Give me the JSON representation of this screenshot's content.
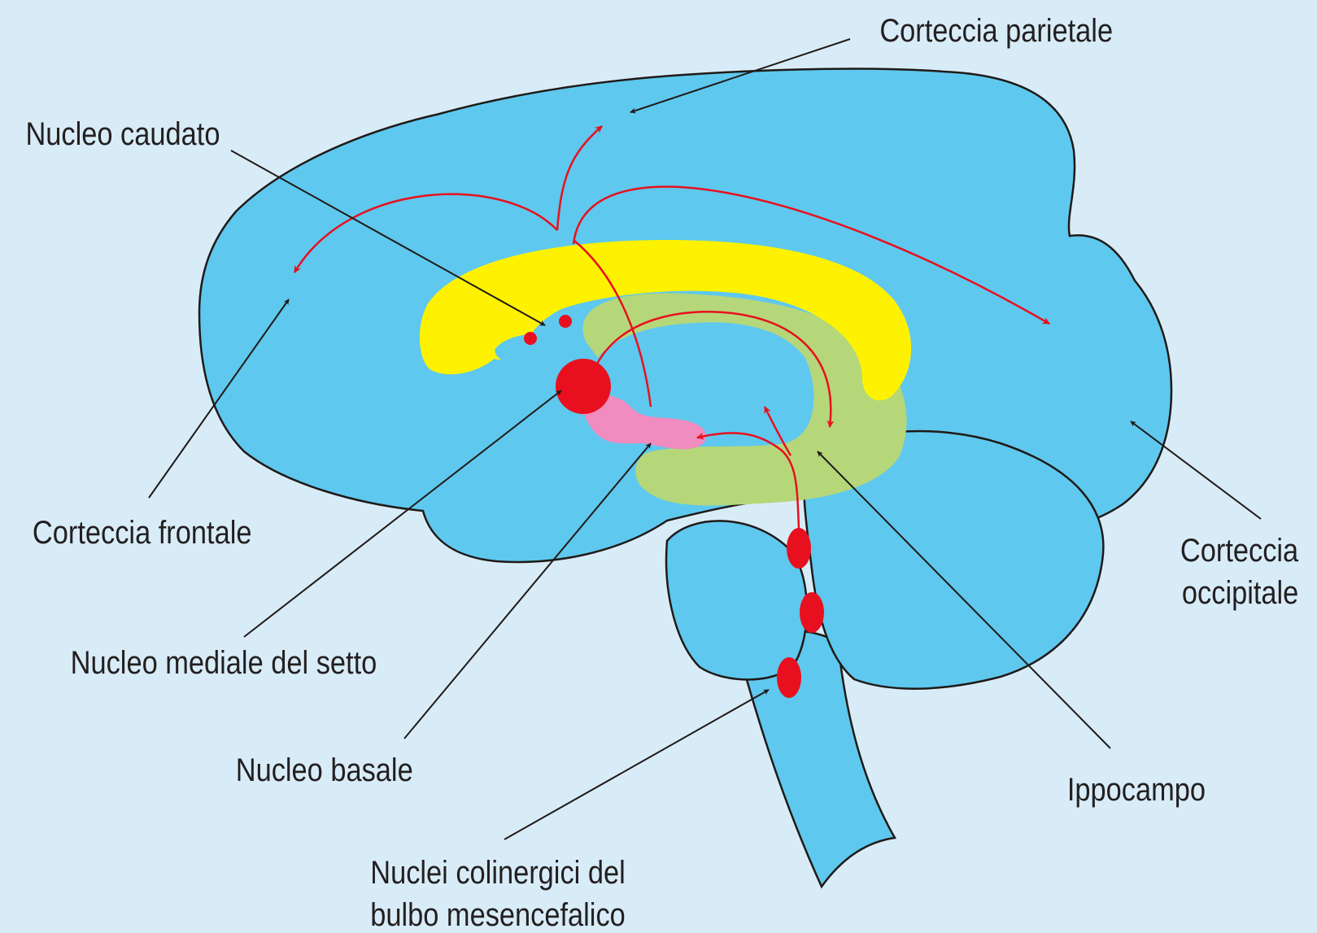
{
  "labels": {
    "corteccia_parietale": "Corteccia parietale",
    "nucleo_caudato": "Nucleo caudato",
    "corteccia_frontale": "Corteccia frontale",
    "corteccia_occipitale_1": "Corteccia",
    "corteccia_occipitale_2": "occipitale",
    "nucleo_mediale_setto": "Nucleo mediale del setto",
    "nucleo_basale": "Nucleo basale",
    "ippocampo": "Ippocampo",
    "nuclei_colinergici_1": "Nuclei colinergici del",
    "nuclei_colinergici_2": "bulbo mesencefalico"
  },
  "colors": {
    "background": "#d8ecf8",
    "brain": "#5fc8ee",
    "outline": "#1f1a17",
    "corpus_callosum": "#fff200",
    "hippocampus_arc": "#b5d77a",
    "nucleus_basalis": "#f08cc0",
    "cholinergic_nuclei": "#e8101e",
    "projection_arrows": "#e8101e",
    "pointer_arrows": "#1f1a17"
  }
}
